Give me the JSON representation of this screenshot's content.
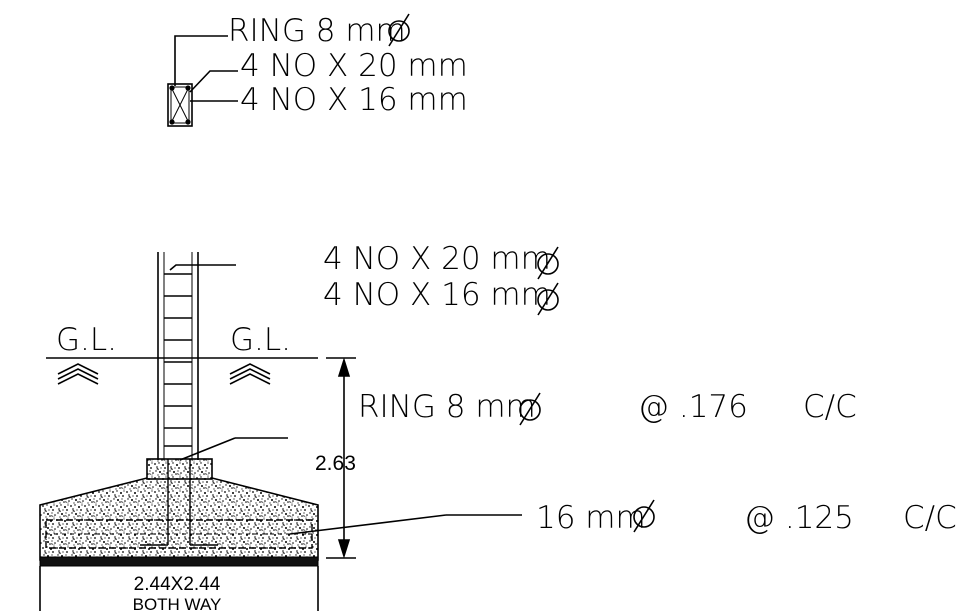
{
  "section": {
    "ring_label": "RING 8 mm",
    "bar_top_label": "4 NO X 20 mm",
    "bar_bottom_label": "4 NO X 16 mm"
  },
  "elevation": {
    "bar_top_label": "4 NO X 20 mm",
    "bar_bottom_label": "4 NO X 16 mm",
    "gl_left": "G.L.",
    "gl_right": "G.L.",
    "ring_label": "RING 8 mm",
    "ring_spacing": "@ .176",
    "ring_cc": "C/C",
    "depth": "2.63",
    "base_bar_label": "16 mm",
    "base_bar_spacing": "@ .125",
    "base_bar_cc": "C/C",
    "footing_size": "2.44X2.44",
    "footing_note": "BOTH WAY"
  },
  "colors": {
    "line": "#000000",
    "background": "#ffffff"
  }
}
